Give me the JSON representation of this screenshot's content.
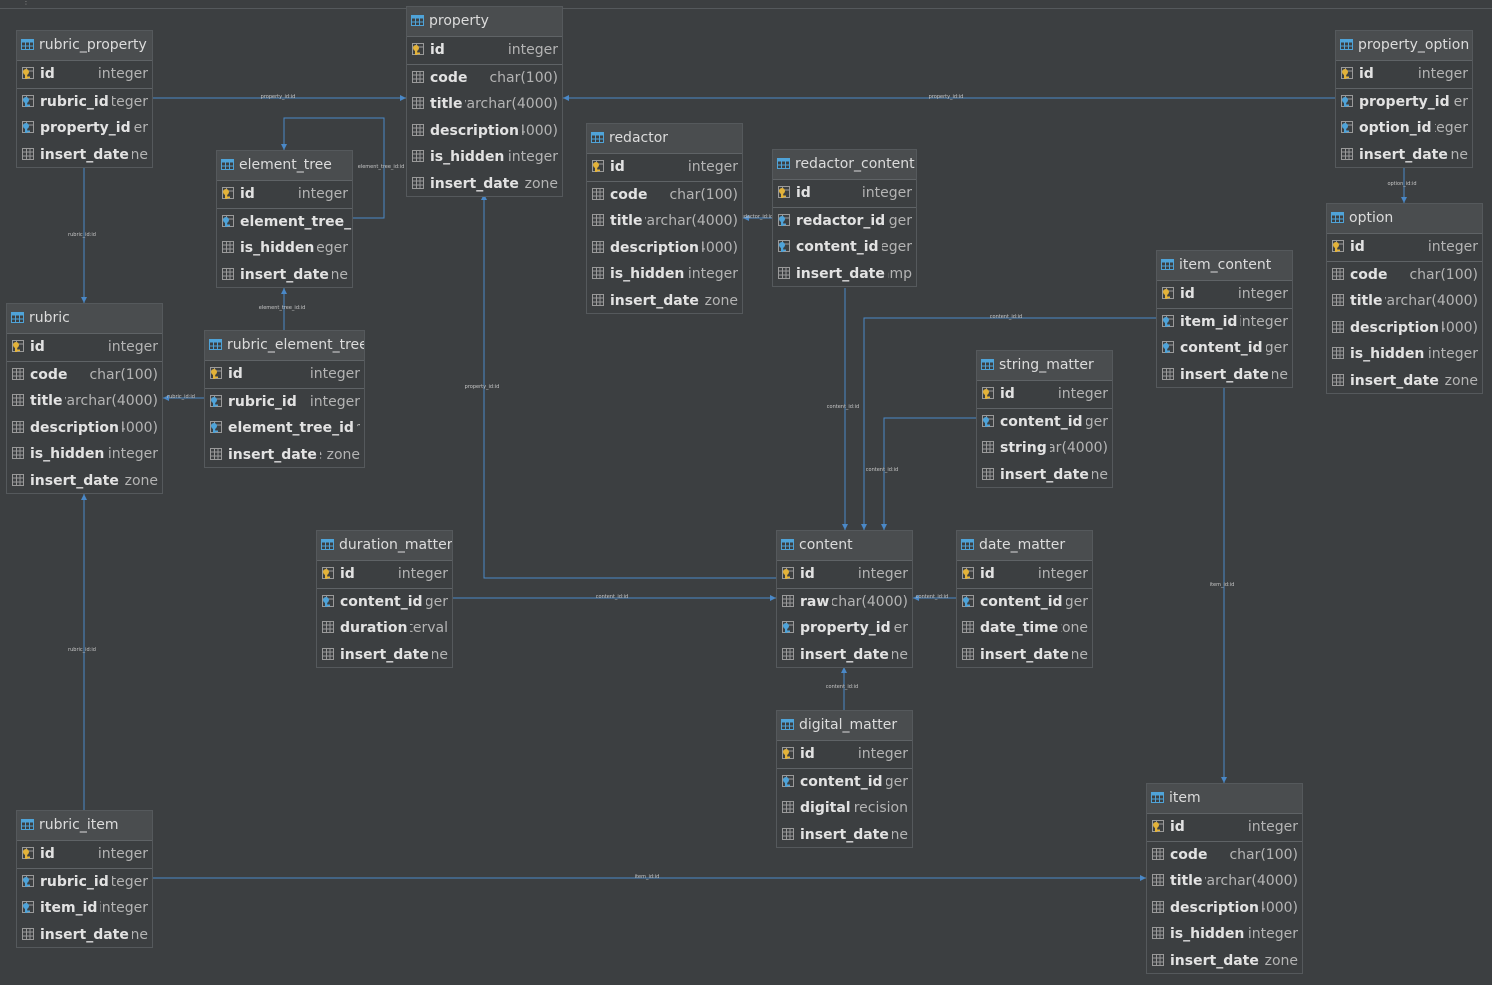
{
  "tables": [
    {
      "id": "rubric_property",
      "name": "rubric_property",
      "columns": [
        {
          "name": "id",
          "type": "integer",
          "kind": "pk"
        },
        {
          "name": "rubric_id",
          "type": "nteger",
          "kind": "fk"
        },
        {
          "name": "property_id",
          "type": "ger",
          "kind": "fk"
        },
        {
          "name": "insert_date",
          "type": "one",
          "kind": "col"
        }
      ]
    },
    {
      "id": "property",
      "name": "property",
      "columns": [
        {
          "name": "id",
          "type": "integer",
          "kind": "pk"
        },
        {
          "name": "code",
          "type": "char(100)",
          "kind": "col"
        },
        {
          "name": "title",
          "type": "varchar(4000)",
          "kind": "col"
        },
        {
          "name": "description",
          "type": "r(4000)",
          "kind": "col"
        },
        {
          "name": "is_hidden",
          "type": "integer",
          "kind": "col"
        },
        {
          "name": "insert_date",
          "type": "е zone",
          "kind": "col"
        }
      ]
    },
    {
      "id": "property_option",
      "name": "property_option",
      "columns": [
        {
          "name": "id",
          "type": "integer",
          "kind": "pk"
        },
        {
          "name": "property_id",
          "type": "ger",
          "kind": "fk"
        },
        {
          "name": "option_id",
          "type": "nteger",
          "kind": "fk"
        },
        {
          "name": "insert_date",
          "type": "zone",
          "kind": "col"
        }
      ]
    },
    {
      "id": "element_tree",
      "name": "element_tree",
      "columns": [
        {
          "name": "id",
          "type": "integer",
          "kind": "pk"
        },
        {
          "name": "element_tree_id",
          "type": "",
          "kind": "fk"
        },
        {
          "name": "is_hidden",
          "type": "nteger",
          "kind": "col"
        },
        {
          "name": "insert_date",
          "type": "one",
          "kind": "col"
        }
      ]
    },
    {
      "id": "redactor",
      "name": "redactor",
      "columns": [
        {
          "name": "id",
          "type": "integer",
          "kind": "pk"
        },
        {
          "name": "code",
          "type": "char(100)",
          "kind": "col"
        },
        {
          "name": "title",
          "type": "varchar(4000)",
          "kind": "col"
        },
        {
          "name": "description",
          "type": "r(4000)",
          "kind": "col"
        },
        {
          "name": "is_hidden",
          "type": "integer",
          "kind": "col"
        },
        {
          "name": "insert_date",
          "type": "е zone",
          "kind": "col"
        }
      ]
    },
    {
      "id": "redactor_content",
      "name": "redactor_content",
      "columns": [
        {
          "name": "id",
          "type": "integer",
          "kind": "pk"
        },
        {
          "name": "redactor_id",
          "type": "teger",
          "kind": "fk"
        },
        {
          "name": "content_id",
          "type": "nteger",
          "kind": "fk"
        },
        {
          "name": "insert_date",
          "type": "tamp",
          "kind": "col"
        }
      ]
    },
    {
      "id": "option",
      "name": "option",
      "columns": [
        {
          "name": "id",
          "type": "integer",
          "kind": "pk"
        },
        {
          "name": "code",
          "type": "char(100)",
          "kind": "col"
        },
        {
          "name": "title",
          "type": "varchar(4000)",
          "kind": "col"
        },
        {
          "name": "description",
          "type": "r(4000)",
          "kind": "col"
        },
        {
          "name": "is_hidden",
          "type": "integer",
          "kind": "col"
        },
        {
          "name": "insert_date",
          "type": "е zone",
          "kind": "col"
        }
      ]
    },
    {
      "id": "item_content",
      "name": "item_content",
      "columns": [
        {
          "name": "id",
          "type": "integer",
          "kind": "pk"
        },
        {
          "name": "item_id",
          "type": "integer",
          "kind": "fk"
        },
        {
          "name": "content_id",
          "type": "eger",
          "kind": "fk"
        },
        {
          "name": "insert_date",
          "type": "one",
          "kind": "col"
        }
      ]
    },
    {
      "id": "rubric",
      "name": "rubric",
      "columns": [
        {
          "name": "id",
          "type": "integer",
          "kind": "pk"
        },
        {
          "name": "code",
          "type": "char(100)",
          "kind": "col"
        },
        {
          "name": "title",
          "type": "varchar(4000)",
          "kind": "col"
        },
        {
          "name": "description",
          "type": "r(4000)",
          "kind": "col"
        },
        {
          "name": "is_hidden",
          "type": "integer",
          "kind": "col"
        },
        {
          "name": "insert_date",
          "type": "е zone",
          "kind": "col"
        }
      ]
    },
    {
      "id": "rubric_element_tree",
      "name": "rubric_element_tree",
      "columns": [
        {
          "name": "id",
          "type": "integer",
          "kind": "pk"
        },
        {
          "name": "rubric_id",
          "type": "integer",
          "kind": "fk"
        },
        {
          "name": "element_tree_id",
          "type": "jer",
          "kind": "fk"
        },
        {
          "name": "insert_date",
          "type": "ne zone",
          "kind": "col"
        }
      ]
    },
    {
      "id": "string_matter",
      "name": "string_matter",
      "columns": [
        {
          "name": "id",
          "type": "integer",
          "kind": "pk"
        },
        {
          "name": "content_id",
          "type": "eger",
          "kind": "fk"
        },
        {
          "name": "string",
          "type": "har(4000)",
          "kind": "col"
        },
        {
          "name": "insert_date",
          "type": "one",
          "kind": "col"
        }
      ]
    },
    {
      "id": "duration_matter",
      "name": "duration_matter",
      "columns": [
        {
          "name": "id",
          "type": "integer",
          "kind": "pk"
        },
        {
          "name": "content_id",
          "type": "eger",
          "kind": "fk"
        },
        {
          "name": "duration",
          "type": "nterval",
          "kind": "col"
        },
        {
          "name": "insert_date",
          "type": "one",
          "kind": "col"
        }
      ]
    },
    {
      "id": "content",
      "name": "content",
      "columns": [
        {
          "name": "id",
          "type": "integer",
          "kind": "pk"
        },
        {
          "name": "raw",
          "type": "archar(4000)",
          "kind": "col"
        },
        {
          "name": "property_id",
          "type": "ger",
          "kind": "fk"
        },
        {
          "name": "insert_date",
          "type": "one",
          "kind": "col"
        }
      ]
    },
    {
      "id": "date_matter",
      "name": "date_matter",
      "columns": [
        {
          "name": "id",
          "type": "integer",
          "kind": "pk"
        },
        {
          "name": "content_id",
          "type": "eger",
          "kind": "fk"
        },
        {
          "name": "date_time",
          "type": "zone",
          "kind": "col"
        },
        {
          "name": "insert_date",
          "type": "one",
          "kind": "col"
        }
      ]
    },
    {
      "id": "digital_matter",
      "name": "digital_matter",
      "columns": [
        {
          "name": "id",
          "type": "integer",
          "kind": "pk"
        },
        {
          "name": "content_id",
          "type": "eger",
          "kind": "fk"
        },
        {
          "name": "digital",
          "type": "precision",
          "kind": "col"
        },
        {
          "name": "insert_date",
          "type": "one",
          "kind": "col"
        }
      ]
    },
    {
      "id": "rubric_item",
      "name": "rubric_item",
      "columns": [
        {
          "name": "id",
          "type": "integer",
          "kind": "pk"
        },
        {
          "name": "rubric_id",
          "type": "nteger",
          "kind": "fk"
        },
        {
          "name": "item_id",
          "type": "integer",
          "kind": "fk"
        },
        {
          "name": "insert_date",
          "type": "one",
          "kind": "col"
        }
      ]
    },
    {
      "id": "item",
      "name": "item",
      "columns": [
        {
          "name": "id",
          "type": "integer",
          "kind": "pk"
        },
        {
          "name": "code",
          "type": "char(100)",
          "kind": "col"
        },
        {
          "name": "title",
          "type": "varchar(4000)",
          "kind": "col"
        },
        {
          "name": "description",
          "type": "r(4000)",
          "kind": "col"
        },
        {
          "name": "is_hidden",
          "type": "integer",
          "kind": "col"
        },
        {
          "name": "insert_date",
          "type": "е zone",
          "kind": "col"
        }
      ]
    }
  ],
  "relationships": [
    {
      "id": "rp_property",
      "label": "property_id:id"
    },
    {
      "id": "po_property",
      "label": "property_id:id"
    },
    {
      "id": "po_option",
      "label": "option_id:id"
    },
    {
      "id": "rp_rubric",
      "label": "rubric_id:id"
    },
    {
      "id": "et_self",
      "label": "element_tree_id:id"
    },
    {
      "id": "ret_et",
      "label": "element_tree_id:id"
    },
    {
      "id": "ret_rubric",
      "label": "rubric_id:id"
    },
    {
      "id": "content_property",
      "label": "property_id:id"
    },
    {
      "id": "rc_redactor",
      "label": "redactor_id:id"
    },
    {
      "id": "rc_content",
      "label": "content_id:id"
    },
    {
      "id": "ic_content",
      "label": "content_id:id"
    },
    {
      "id": "sm_content",
      "label": "content_id:id"
    },
    {
      "id": "ic_item",
      "label": "item_id:id"
    },
    {
      "id": "dm_content",
      "label": "content_id:id"
    },
    {
      "id": "dtm_content",
      "label": "content_id:id"
    },
    {
      "id": "dgm_content",
      "label": "content_id:id"
    },
    {
      "id": "ri_rubric",
      "label": "rubric_id:id"
    },
    {
      "id": "ri_item",
      "label": "item_id:id"
    }
  ],
  "colors": {
    "background": "#3c3f41",
    "link": "#4a88c7",
    "table_icon": "#4fa3d8",
    "pk_key": "#e2b23a",
    "fk_key": "#4fa3d8"
  },
  "icons": {
    "table": "table-icon",
    "pk": "primary-key-icon",
    "fk": "foreign-key-icon",
    "column": "column-icon"
  }
}
